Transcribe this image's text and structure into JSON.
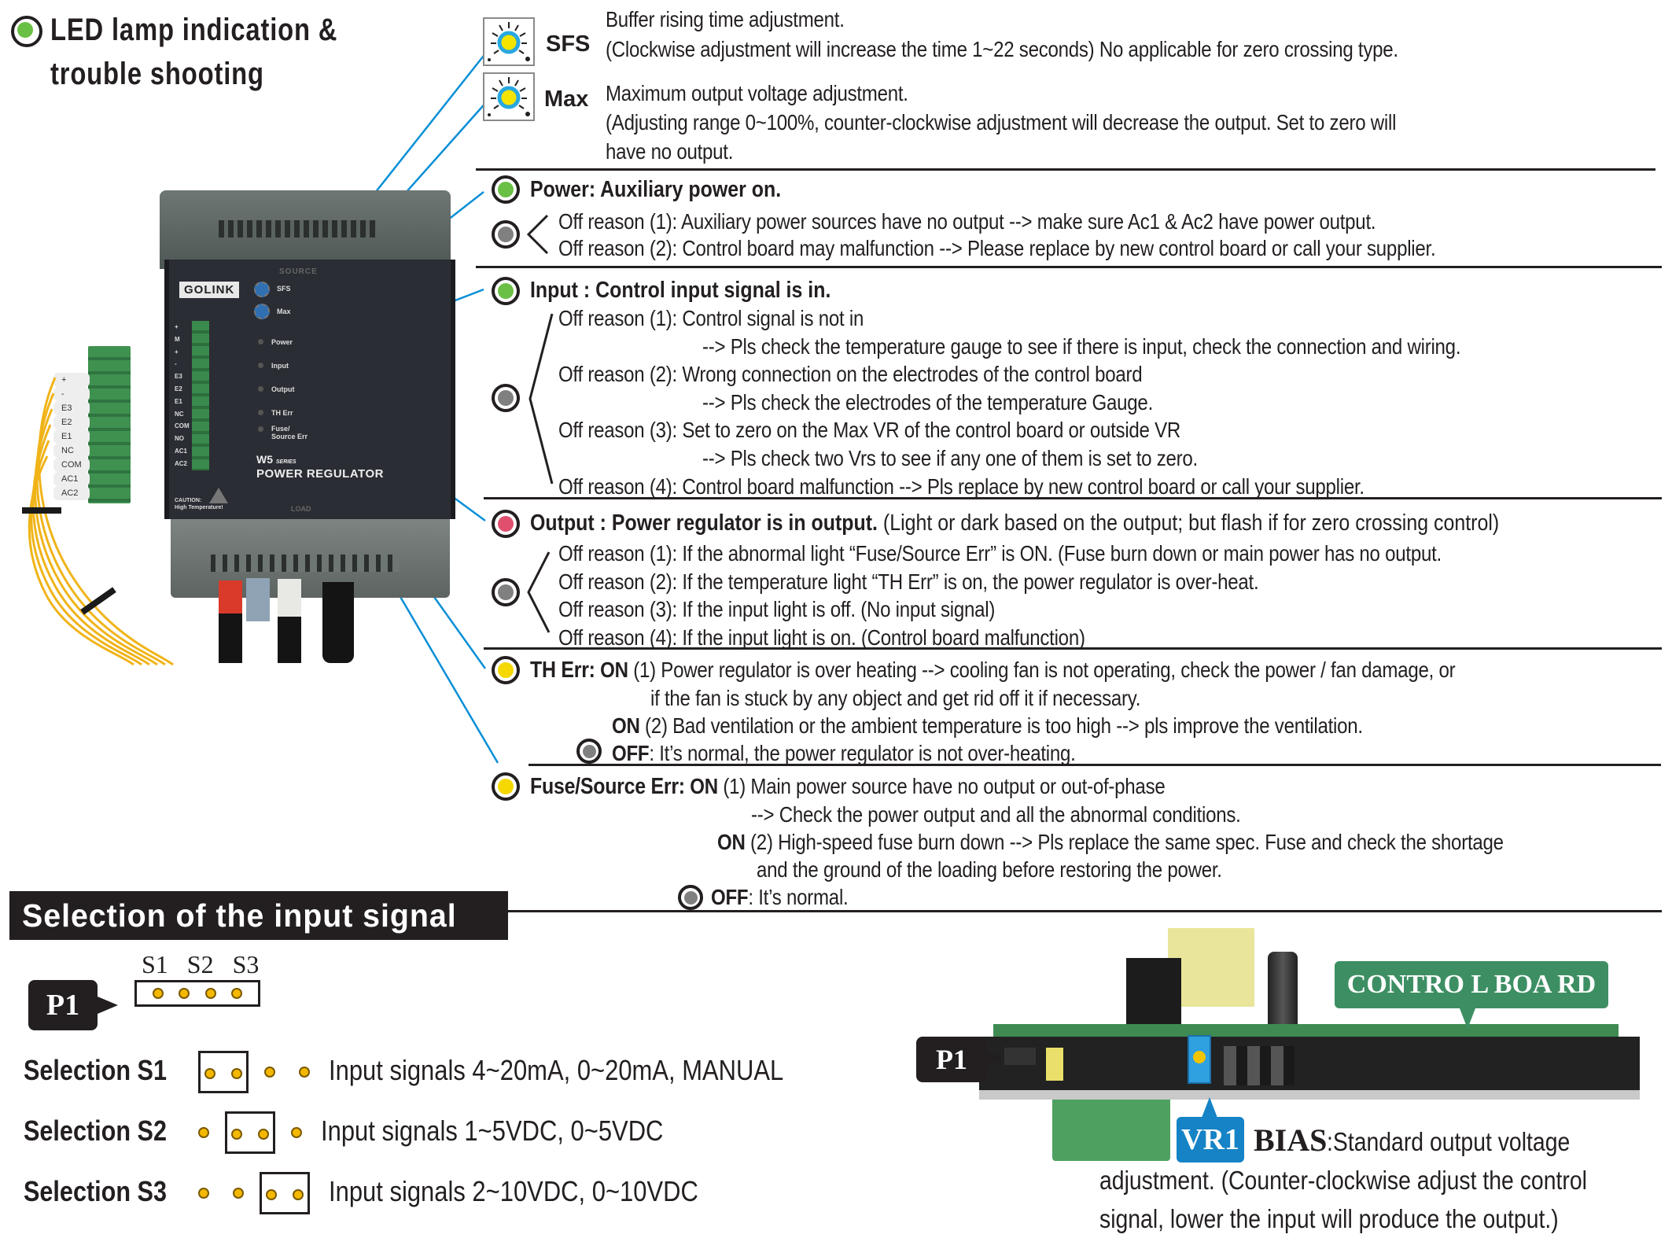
{
  "header": {
    "title_line1": "LED lamp indication &",
    "title_line2": "trouble shooting",
    "title_icon": "green-led-icon"
  },
  "knobs": [
    {
      "name": "SFS",
      "line1": "Buffer rising time adjustment.",
      "line2": "(Clockwise adjustment will increase the time 1~22 seconds) No applicable for zero crossing type.",
      "icon": "potentiometer-knob-icon"
    },
    {
      "name": "Max",
      "line1": "Maximum output voltage adjustment.",
      "line2": "(Adjusting range 0~100%, counter-clockwise adjustment will decrease the output.  Set to zero will",
      "line3": "have no output.",
      "icon": "potentiometer-knob-icon"
    }
  ],
  "power": {
    "heading": "Power: Auxiliary power on.",
    "led_color": "#6abf45",
    "reasons": [
      "Off reason (1): Auxiliary power sources have no output --> make sure Ac1 & Ac2  have power output.",
      "Off reason (2): Control board may malfunction --> Please replace by new control board or call your supplier."
    ]
  },
  "input": {
    "heading": "Input : Control input signal is in.",
    "led_color": "#6abf45",
    "lines": [
      "Off reason (1): Control signal is not in",
      "--> Pls check the temperature gauge to see if there is input, check the connection and wiring.",
      "Off reason (2): Wrong connection on the electrodes of the control board",
      "--> Pls check the electrodes of the temperature Gauge.",
      "Off reason (3): Set to zero on the Max VR of the control board or outside VR",
      "--> Pls check two Vrs to see if any one of them is set to zero.",
      "Off reason (4): Control board malfunction --> Pls replace by new control board or call your supplier."
    ]
  },
  "output": {
    "heading": "Output : Power regulator is in output.",
    "note": "(Light or dark based on the output; but flash if for zero crossing control)",
    "led_color": "#e0506e",
    "reasons": [
      "Off reason (1): If the abnormal light “Fuse/Source Err” is ON. (Fuse burn down or main power has no output.",
      "Off reason (2): If the temperature light “TH Err” is on, the power regulator is over-heat.",
      "Off reason (3): If the input light is off.  (No input signal)",
      "Off reason (4): If the input light is on.  (Control board malfunction)"
    ]
  },
  "th_err": {
    "heading": "TH Err:",
    "led_color": "#f5d800",
    "on1_label": "ON",
    "on1_text": "(1) Power regulator is over heating --> cooling fan is not operating, check the power / fan damage, or",
    "on1_cont": "if the fan is stuck by any object and get rid off it if necessary.",
    "on2_label": "ON",
    "on2_text": "(2) Bad ventilation or the ambient temperature is too high --> pls improve the ventilation.",
    "off_label": "OFF",
    "off_text": ": It’s normal, the power regulator is not over-heating."
  },
  "fuse_err": {
    "heading": "Fuse/Source Err:",
    "led_color": "#f5d800",
    "on1_label": "ON",
    "on1_text": "(1) Main power source have no output or out-of-phase",
    "on1_cont": "--> Check the power output and all the abnormal conditions.",
    "on2_label": "ON",
    "on2_text": "(2) High-speed fuse burn down --> Pls replace the same spec. Fuse and check the shortage",
    "on2_cont": "and the ground of the loading before restoring the power.",
    "off_label": "OFF",
    "off_text": ": It’s normal."
  },
  "off_led_color": "#808080",
  "callout_color": "#0a8fd6",
  "device": {
    "brand": "GOLINK",
    "series": "W5",
    "series_suffix": "SERIES",
    "product": "POWER REGULATOR",
    "caution": "CAUTION:",
    "caution2": "High Temperature!",
    "load": "LOAD",
    "top_label": "SOURCE",
    "knob_labels": [
      "SFS",
      "Max"
    ],
    "led_labels": [
      "Power",
      "Input",
      "Output",
      "TH Err",
      "Fuse/",
      "Source Err"
    ],
    "terminal_labels": [
      "+",
      "M",
      "+",
      "-",
      "E3",
      "E2",
      "E1",
      "NC",
      "COM",
      "NO",
      "AC1",
      "AC2"
    ],
    "wire_labels": [
      "+",
      "-",
      "E3",
      "E2",
      "E1",
      "NC",
      "COM",
      "AC1",
      "AC2"
    ]
  },
  "selection": {
    "title": "Selection of the input signal",
    "p1_label": "P1",
    "pin_labels": [
      "S1",
      "S2",
      "S3"
    ],
    "rows": [
      {
        "label": "Selection S1",
        "desc": "Input signals  4~20mA, 0~20mA, MANUAL",
        "jumper_at": 0
      },
      {
        "label": "Selection S2",
        "desc": "Input signals  1~5VDC, 0~5VDC",
        "jumper_at": 1
      },
      {
        "label": "Selection S3",
        "desc": "Input signals  2~10VDC, 0~10VDC",
        "jumper_at": 2
      }
    ]
  },
  "board": {
    "tag": "CONTRO L BOA RD",
    "tag_color": "#3d8f63",
    "p1_label": "P1",
    "vr1_label": "VR1",
    "vr1_color": "#1583c6",
    "bias_label": "BIAS",
    "bias_line1": ":Standard output voltage",
    "bias_line2": "adjustment. (Counter-clockwise adjust the control",
    "bias_line3": "signal, lower the input will produce the output.)"
  }
}
